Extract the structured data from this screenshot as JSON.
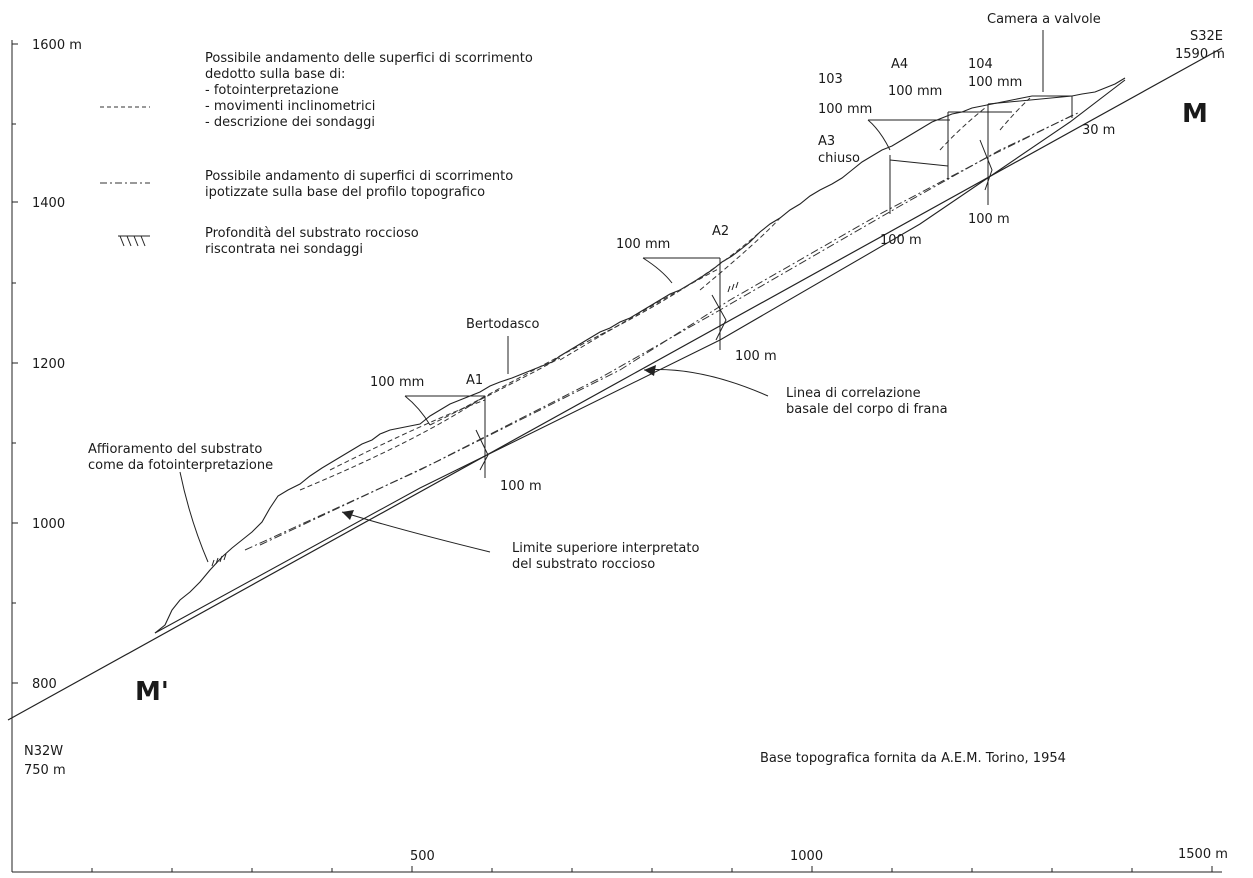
{
  "axis": {
    "elevation_labels": [
      "1600 m",
      "1400",
      "1200",
      "1000",
      "800"
    ],
    "distance_labels": [
      "500",
      "1000",
      "1500 m"
    ]
  },
  "ends": {
    "left_code": "N32W",
    "left_elev": "750 m",
    "right_code": "S32E",
    "right_elev": "1590 m",
    "left_mark": "M'",
    "right_mark": "M"
  },
  "legend": [
    {
      "kind": "dashed",
      "lines": [
        "Possibile andamento delle superfici di scorrimento",
        "dedotto sulla base di:",
        "- fotointerpretazione",
        "- movimenti inclinometrici",
        "- descrizione dei sondaggi"
      ]
    },
    {
      "kind": "dash-dot",
      "lines": [
        "Possibile andamento di superfici di scorrimento",
        "ipotizzate sulla base del profilo topografico"
      ]
    },
    {
      "kind": "hatch",
      "lines": [
        "Profondità del substrato roccioso",
        "riscontrata nei sondaggi"
      ]
    }
  ],
  "labels": {
    "camera": "Camera a valvole",
    "bertodasco": "Bertodasco",
    "a1": "A1",
    "a2": "A2",
    "a3": "A3",
    "a3_state": "chiuso",
    "a4": "A4",
    "b103": "103",
    "b104": "104",
    "a1_scale": "100 mm",
    "a1_depth": "100 m",
    "a2_scale": "100 mm",
    "a2_depth": "100 m",
    "a3_scale": "100 mm",
    "a3_depth": "100 m",
    "a4_scale": "100 mm",
    "b104_scale": "100 mm",
    "b104_depth": "100 m",
    "top_depth": "30 m",
    "outcrop_1": "Affioramento del substrato",
    "outcrop_2": "come da fotointerpretazione",
    "basal_1": "Linea di correlazione",
    "basal_2": "basale del corpo di frana",
    "bedrock_1": "Limite superiore interpretato",
    "bedrock_2": "del substrato roccioso",
    "source": "Base topografica fornita da A.E.M. Torino, 1954"
  }
}
